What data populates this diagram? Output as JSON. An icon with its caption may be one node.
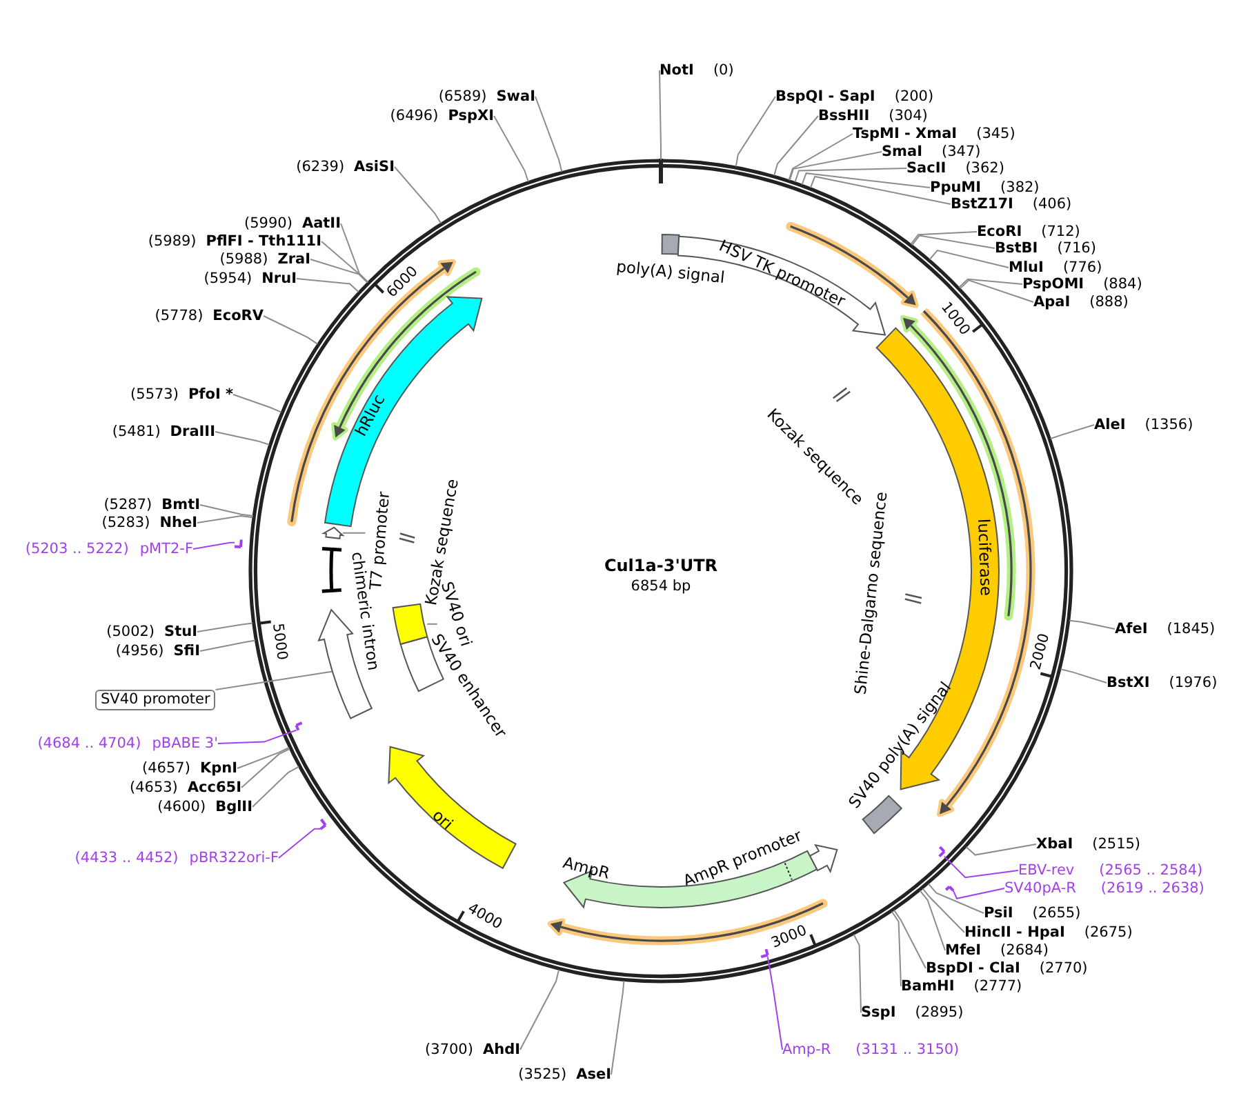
{
  "diagram": {
    "title": "Cul1a-3'UTR",
    "nodes": [
      {
        "text": [
          "NotI",
          "(0)"
        ]
      },
      {
        "text": [
          "BspQI - SapI",
          "(200)"
        ]
      },
      {
        "text": [
          "BssHII",
          "(304)"
        ]
      },
      {
        "text": [
          "TspMI - XmaI",
          "(345)"
        ]
      },
      {
        "text": [
          "SmaI",
          "(347)"
        ]
      },
      {
        "text": [
          "SacII",
          "(362)"
        ]
      },
      {
        "text": [
          "PpuMI",
          "(382)"
        ]
      },
      {
        "text": [
          "BstZ17I",
          "(406)"
        ]
      },
      {
        "text": [
          "EcoRI",
          "(712)"
        ]
      },
      {
        "text": [
          "BstBI",
          "(716)"
        ]
      },
      {
        "text": [
          "MluI",
          "(776)"
        ]
      },
      {
        "text": [
          "PspOMI",
          "(884)"
        ]
      },
      {
        "text": [
          "ApaI",
          "(888)"
        ]
      },
      {
        "text": [
          "AleI",
          "(1356)"
        ]
      },
      {
        "text": [
          "AfeI",
          "(1845)"
        ]
      },
      {
        "text": [
          "BstXI",
          "(1976)"
        ]
      },
      {
        "text": [
          "XbaI",
          "(2515)"
        ]
      },
      {
        "text": [
          "EBV-rev",
          "(2565 .. 2584)"
        ]
      },
      {
        "text": [
          "SV40pA-R",
          "(2619 .. 2638)"
        ]
      },
      {
        "text": [
          "PsiI",
          "(2655)"
        ]
      },
      {
        "text": [
          "HincII - HpaI",
          "(2675)"
        ]
      },
      {
        "text": [
          "MfeI",
          "(2684)"
        ]
      },
      {
        "text": [
          "BspDI - ClaI",
          "(2770)"
        ]
      },
      {
        "text": [
          "BamHI",
          "(2777)"
        ]
      },
      {
        "text": [
          "SspI",
          "(2895)"
        ]
      },
      {
        "text": [
          "Amp-R",
          "(3131 .. 3150)"
        ]
      },
      {
        "text": [
          "(3525)",
          "AseI"
        ]
      },
      {
        "text": [
          "(3700)",
          "AhdI"
        ]
      },
      {
        "text": [
          "(4433 .. 4452)",
          "pBR322ori-F"
        ]
      },
      {
        "text": [
          "(4600)",
          "BglII"
        ]
      },
      {
        "text": [
          "(4653)",
          "Acc65I"
        ]
      },
      {
        "text": [
          "(4657)",
          "KpnI"
        ]
      },
      {
        "text": [
          "(4684 .. 4704)",
          "pBABE 3'"
        ]
      },
      {
        "text": [
          "(4956)",
          "SfiI"
        ]
      },
      {
        "text": [
          "(5002)",
          "StuI"
        ]
      },
      {
        "text": [
          "(5203 .. 5222)",
          "pMT2-F"
        ]
      },
      {
        "text": [
          "(5283)",
          "NheI"
        ]
      },
      {
        "text": [
          "(5287)",
          "BmtI"
        ]
      },
      {
        "text": [
          "(5481)",
          "DraIII"
        ]
      },
      {
        "text": [
          "(5573)",
          "PfoI *"
        ]
      },
      {
        "text": [
          "(5778)",
          "EcoRV"
        ]
      },
      {
        "text": [
          "(5954)",
          "NruI"
        ]
      },
      {
        "text": [
          "(5988)",
          "ZraI"
        ]
      },
      {
        "text": [
          "(5989)",
          "PflFI - Tth111I"
        ]
      },
      {
        "text": [
          "(5990)",
          "AatII"
        ]
      },
      {
        "text": [
          "(6239)",
          "AsiSI"
        ]
      },
      {
        "text": [
          "(6496)",
          "PspXI"
        ]
      },
      {
        "text": [
          "(6589)",
          "SwaI"
        ]
      },
      {
        "text": [],
        "shape": "bar"
      },
      {
        "text": [],
        "shape": "bar"
      },
      {
        "text": [],
        "shape": "bar"
      },
      {
        "text": [],
        "shape": "bar"
      },
      {
        "text": [],
        "shape": "bar"
      },
      {
        "text": [],
        "shape": "bar"
      },
      {
        "text": [
          "poly(A) signal"
        ]
      },
      {
        "text": [
          "HSV TK promoter"
        ]
      },
      {
        "text": [
          "luciferase"
        ]
      },
      {
        "text": [
          "Kozak sequence"
        ]
      },
      {
        "text": [
          "Shine-Dalgarno sequence"
        ]
      },
      {
        "text": [
          "SV40 poly(A) signal"
        ]
      },
      {
        "text": [
          "AmpR promoter"
        ]
      },
      {
        "text": [
          "AmpR"
        ]
      },
      {
        "text": [
          "ori"
        ]
      },
      {
        "text": [
          "SV40 enhancer"
        ]
      },
      {
        "text": [
          "SV40 ori"
        ]
      },
      {
        "text": [],
        "shape": "box"
      },
      {
        "text": [
          "chimeric intron"
        ]
      },
      {
        "text": [
          "SV40 promoter"
        ]
      },
      {
        "text": [],
        "shape": "bar"
      },
      {
        "text": [
          "T7 promoter"
        ]
      },
      {
        "text": [],
        "shape": "arrow"
      },
      {
        "text": [
          "Kozak sequence"
        ]
      },
      {
        "text": [
          "hRluc"
        ]
      }
    ],
    "edges": [
      {
        "from": 0,
        "to": null,
        "arrow": "none"
      },
      {
        "from": 1,
        "to": null,
        "arrow": "none"
      },
      {
        "from": 2,
        "to": null,
        "arrow": "none"
      },
      {
        "from": 3,
        "to": null,
        "arrow": "none"
      },
      {
        "from": 4,
        "to": null,
        "arrow": "none"
      },
      {
        "from": 5,
        "to": null,
        "arrow": "none"
      },
      {
        "from": 6,
        "to": null,
        "arrow": "none"
      },
      {
        "from": 7,
        "to": null,
        "arrow": "none"
      },
      {
        "from": 8,
        "to": null,
        "arrow": "none"
      },
      {
        "from": 9,
        "to": null,
        "arrow": "none"
      },
      {
        "from": 10,
        "to": null,
        "arrow": "none"
      },
      {
        "from": 11,
        "to": null,
        "arrow": "none"
      },
      {
        "from": 12,
        "to": null,
        "arrow": "none"
      },
      {
        "from": 13,
        "to": null,
        "arrow": "none"
      },
      {
        "from": 14,
        "to": null,
        "arrow": "none"
      },
      {
        "from": 15,
        "to": null,
        "arrow": "none"
      },
      {
        "from": 16,
        "to": null,
        "arrow": "none"
      },
      {
        "from": 17,
        "to": 48,
        "arrow": "none",
        "color": "#a040f0"
      },
      {
        "from": 18,
        "to": 49,
        "arrow": "none",
        "color": "#a040f0"
      },
      {
        "from": 19,
        "to": null,
        "arrow": "none"
      },
      {
        "from": 20,
        "to": null,
        "arrow": "none"
      },
      {
        "from": 21,
        "to": null,
        "arrow": "none"
      },
      {
        "from": 22,
        "to": null,
        "arrow": "none"
      },
      {
        "from": 23,
        "to": null,
        "arrow": "none"
      },
      {
        "from": 24,
        "to": null,
        "arrow": "none"
      },
      {
        "from": 25,
        "to": 50,
        "arrow": "none",
        "color": "#a040f0"
      },
      {
        "from": 26,
        "to": null,
        "arrow": "none"
      },
      {
        "from": 27,
        "to": null,
        "arrow": "none"
      },
      {
        "from": 28,
        "to": 51,
        "arrow": "none",
        "color": "#a040f0"
      },
      {
        "from": 29,
        "to": null,
        "arrow": "none"
      },
      {
        "from": 30,
        "to": null,
        "arrow": "none"
      },
      {
        "from": 31,
        "to": null,
        "arrow": "none"
      },
      {
        "from": 32,
        "to": 52,
        "arrow": "none",
        "color": "#a040f0"
      },
      {
        "from": 33,
        "to": null,
        "arrow": "none"
      },
      {
        "from": 34,
        "to": null,
        "arrow": "none"
      },
      {
        "from": 35,
        "to": 53,
        "arrow": "none",
        "color": "#a040f0"
      },
      {
        "from": 36,
        "to": null,
        "arrow": "none"
      },
      {
        "from": 37,
        "to": null,
        "arrow": "none"
      },
      {
        "from": 38,
        "to": null,
        "arrow": "none"
      },
      {
        "from": 39,
        "to": null,
        "arrow": "none"
      },
      {
        "from": 40,
        "to": null,
        "arrow": "none"
      },
      {
        "from": 41,
        "to": null,
        "arrow": "none"
      },
      {
        "from": 42,
        "to": null,
        "arrow": "none"
      },
      {
        "from": 43,
        "to": null,
        "arrow": "none"
      },
      {
        "from": 44,
        "to": null,
        "arrow": "none"
      },
      {
        "from": 45,
        "to": null,
        "arrow": "none"
      },
      {
        "from": 46,
        "to": null,
        "arrow": "none"
      },
      {
        "from": 47,
        "to": null,
        "arrow": "none"
      },
      {
        "from": 67,
        "to": 66,
        "arrow": "none"
      },
      {
        "from": 64,
        "to": 65,
        "arrow": "none"
      },
      {
        "from": 69,
        "to": 70,
        "arrow": "none"
      }
    ],
    "labels": [
      "6000",
      "1000",
      "6854 bp",
      "5000",
      "2000",
      "3000",
      "4000"
    ]
  }
}
